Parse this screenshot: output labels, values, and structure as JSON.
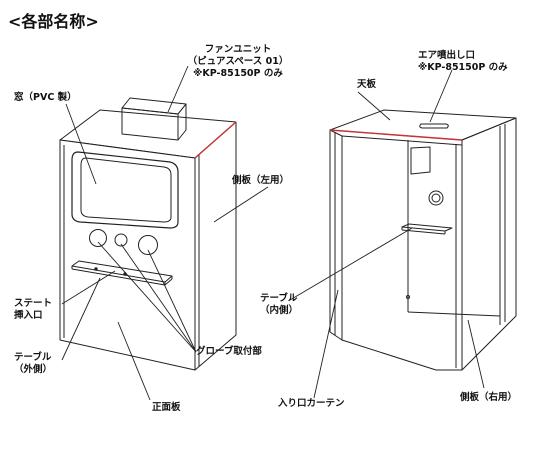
{
  "title": "<各部名称>",
  "labels": {
    "fan_unit": {
      "line1": "ファンユニット",
      "line2": "（ピュアスペース 01）",
      "line3": "※KP-85150P のみ"
    },
    "window": "窓（PVC 製）",
    "side_left": "側板（左用）",
    "stage_slot": {
      "line1": "ステート",
      "line2": "挿入口"
    },
    "table_outer": {
      "line1": "テーブル",
      "line2": "（外側）"
    },
    "glove_mount": "グローブ取付部",
    "front_panel": "正面板",
    "air_outlet": {
      "line1": "エア噴出し口",
      "line2": "※KP-85150P のみ"
    },
    "top_panel": "天板",
    "table_inner": {
      "line1": "テーブル",
      "line2": "（内側）"
    },
    "curtain": "入り口カーテン",
    "side_right": "側板（右用）"
  },
  "colors": {
    "line": "#222222",
    "accent": "#c8323c"
  }
}
